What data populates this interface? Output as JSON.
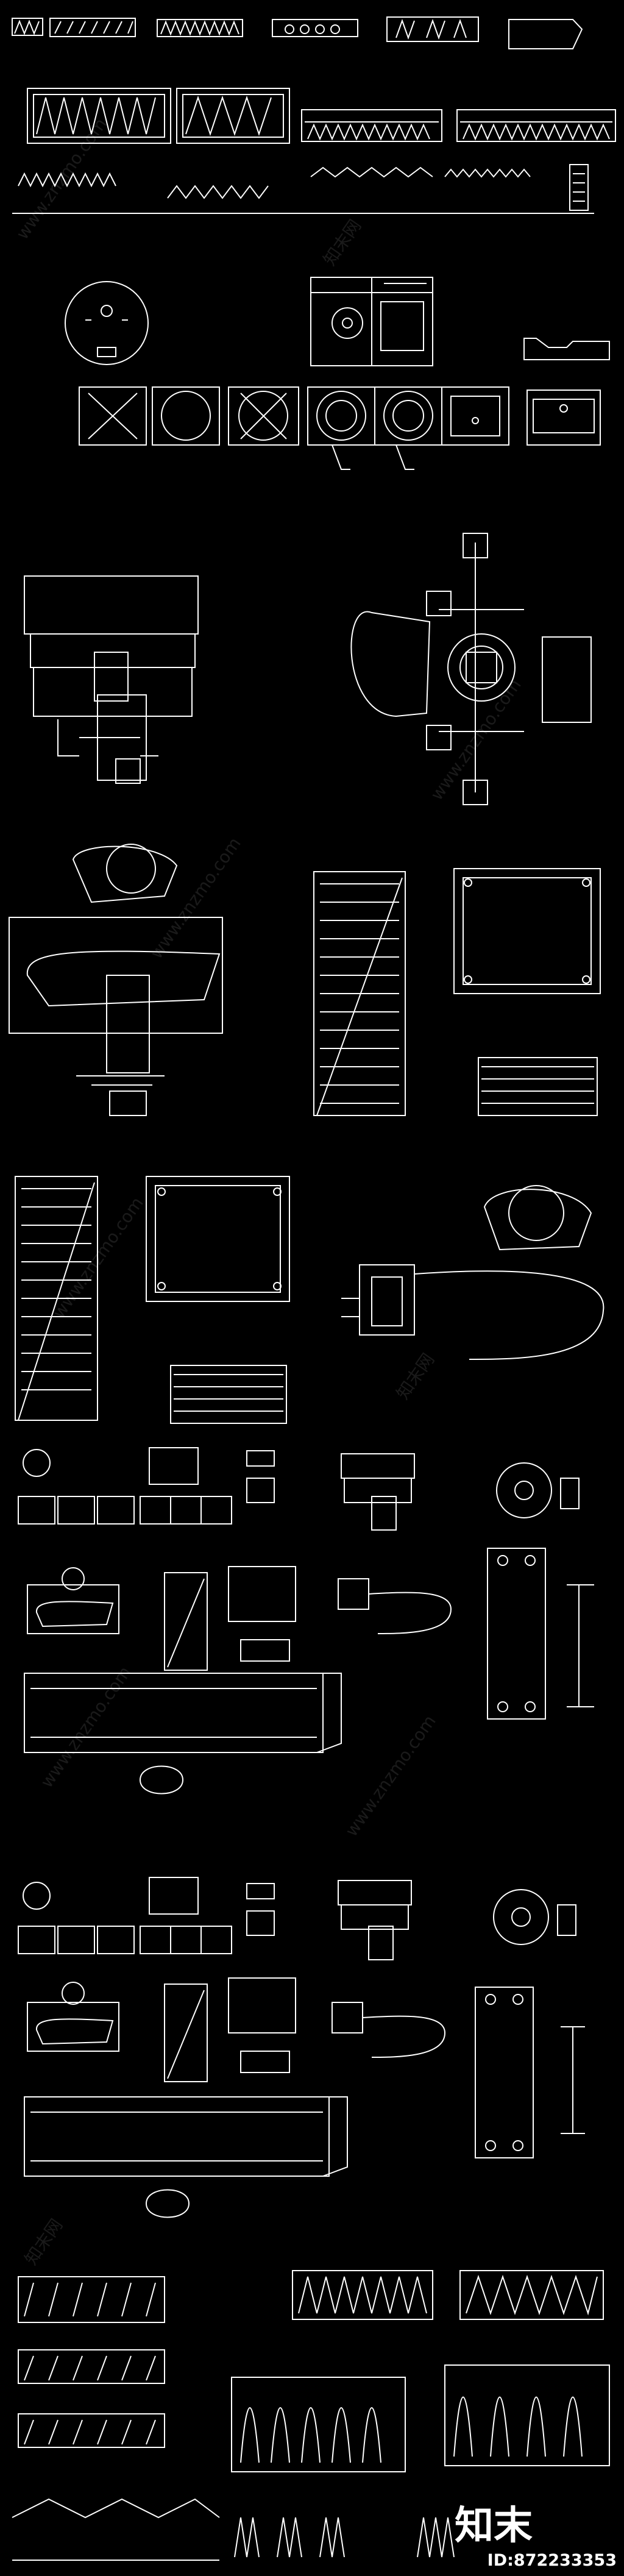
{
  "watermark": {
    "url_text": "www.znzmo.com",
    "brand_text": "知末网"
  },
  "brand": {
    "logo": "知末",
    "id_label": "ID:872233353"
  },
  "colors": {
    "background": "#000000",
    "stroke": "#ffffff"
  }
}
